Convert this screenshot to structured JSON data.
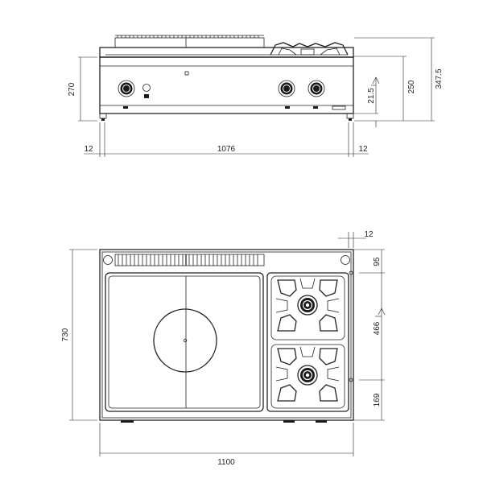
{
  "front_view": {
    "dimensions": {
      "total_height": "347.5",
      "body_height": "270",
      "cabinet_height": "250",
      "foot_height": "21.5",
      "left_offset": "12",
      "width": "1076",
      "right_offset": "12"
    }
  },
  "top_view": {
    "dimensions": {
      "depth": "730",
      "width": "1100",
      "side_offset": "12",
      "back_offset": "95",
      "burner_pitch": "466",
      "front_offset": "169"
    }
  }
}
